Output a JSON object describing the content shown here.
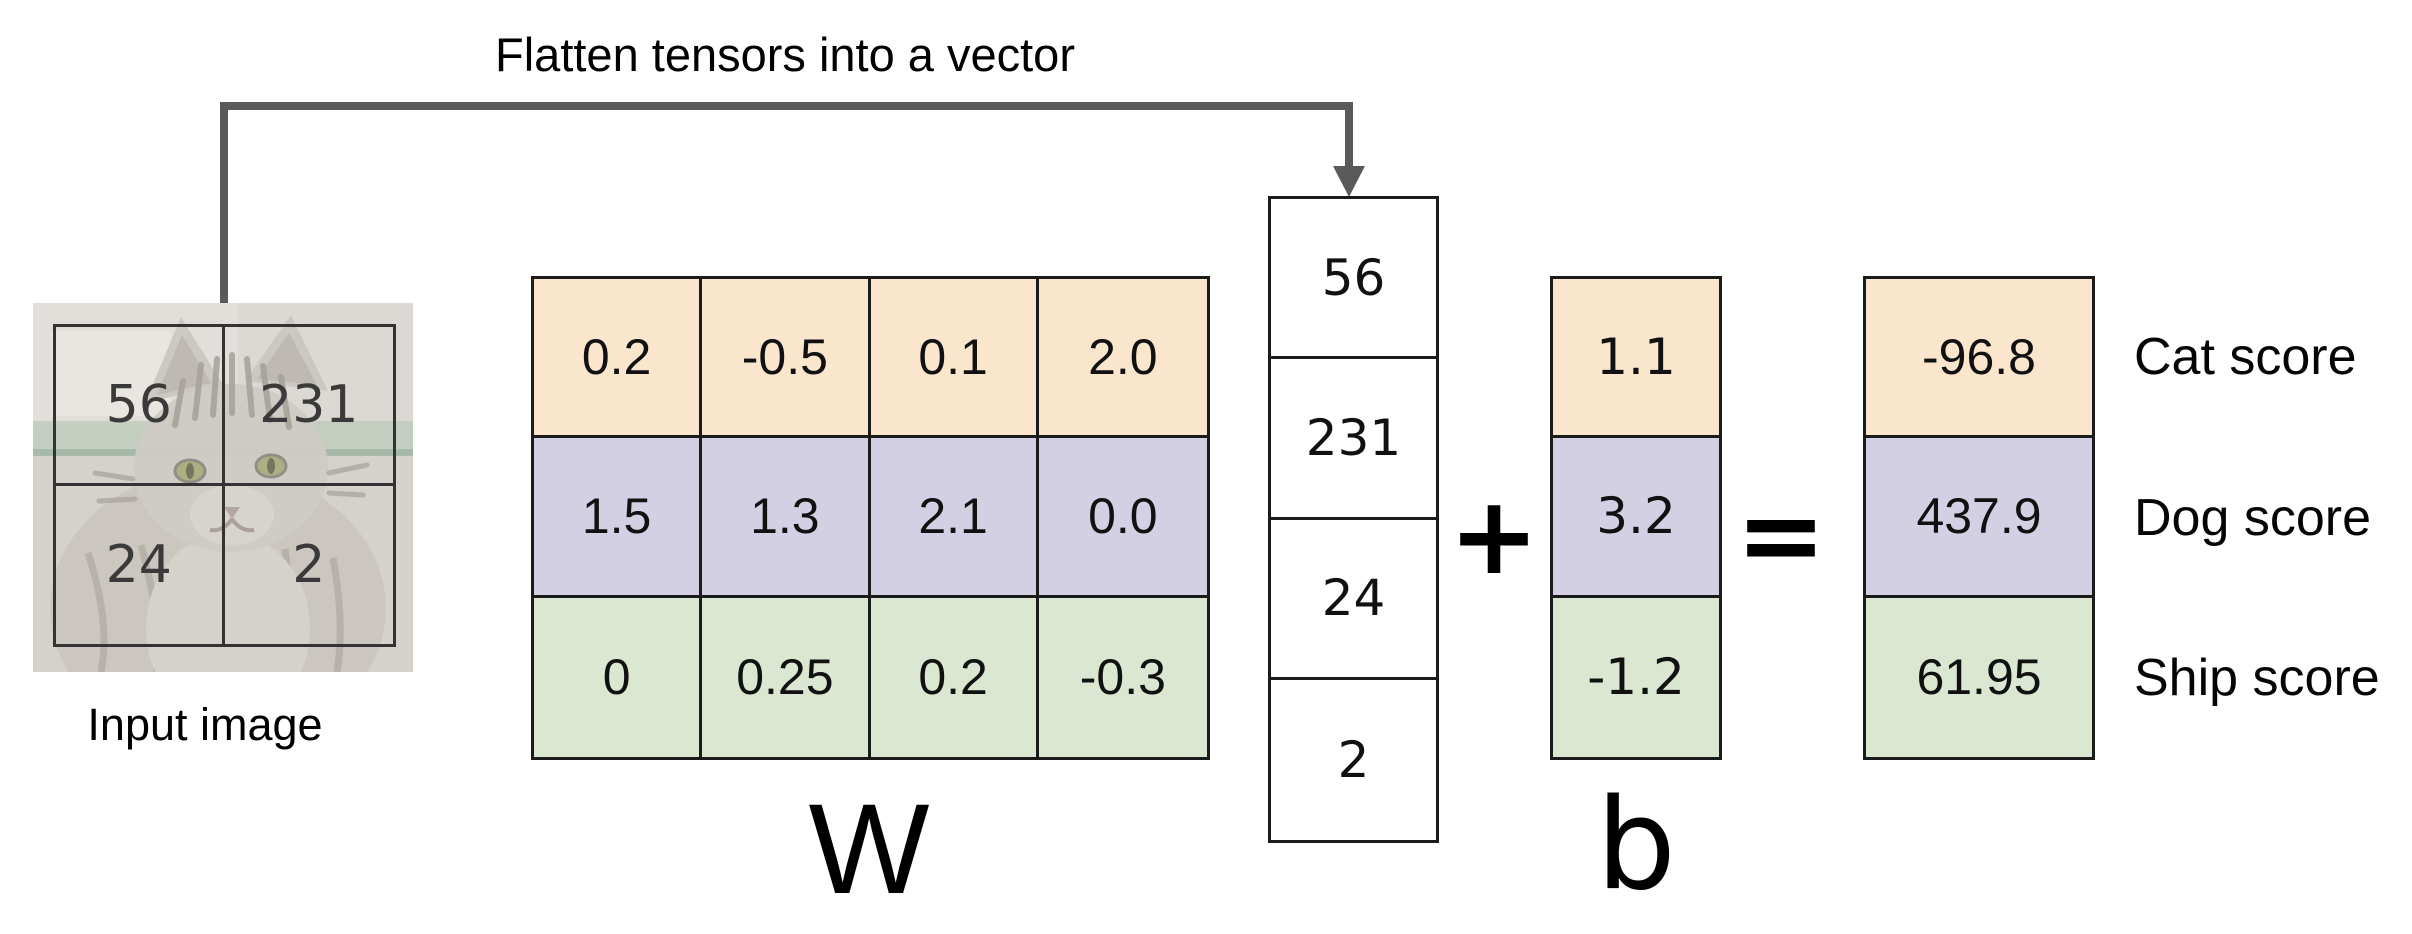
{
  "flatten_caption": "Flatten tensors into a vector",
  "input_image": {
    "label": "Input image",
    "pixels": [
      "56",
      "231",
      "24",
      "2"
    ]
  },
  "weight_matrix": {
    "label": "W",
    "rows": [
      {
        "values": [
          "0.2",
          "-0.5",
          "0.1",
          "2.0"
        ]
      },
      {
        "values": [
          "1.5",
          "1.3",
          "2.1",
          "0.0"
        ]
      },
      {
        "values": [
          "0",
          "0.25",
          "0.2",
          "-0.3"
        ]
      }
    ]
  },
  "flattened_vector": {
    "values": [
      "56",
      "231",
      "24",
      "2"
    ]
  },
  "operators": {
    "plus": "+",
    "equals": "="
  },
  "bias_vector": {
    "label": "b",
    "values": [
      "1.1",
      "3.2",
      "-1.2"
    ]
  },
  "score_vector": {
    "values": [
      "-96.8",
      "437.9",
      "61.95"
    ],
    "labels": [
      "Cat score",
      "Dog score",
      "Ship score"
    ]
  },
  "colors": {
    "row_cat": "#FAE5CD",
    "row_dog": "#D4D0E3",
    "row_ship": "#DBE7D1",
    "arrow": "#5A5A5A",
    "cell_border": "#1B1B1B"
  }
}
